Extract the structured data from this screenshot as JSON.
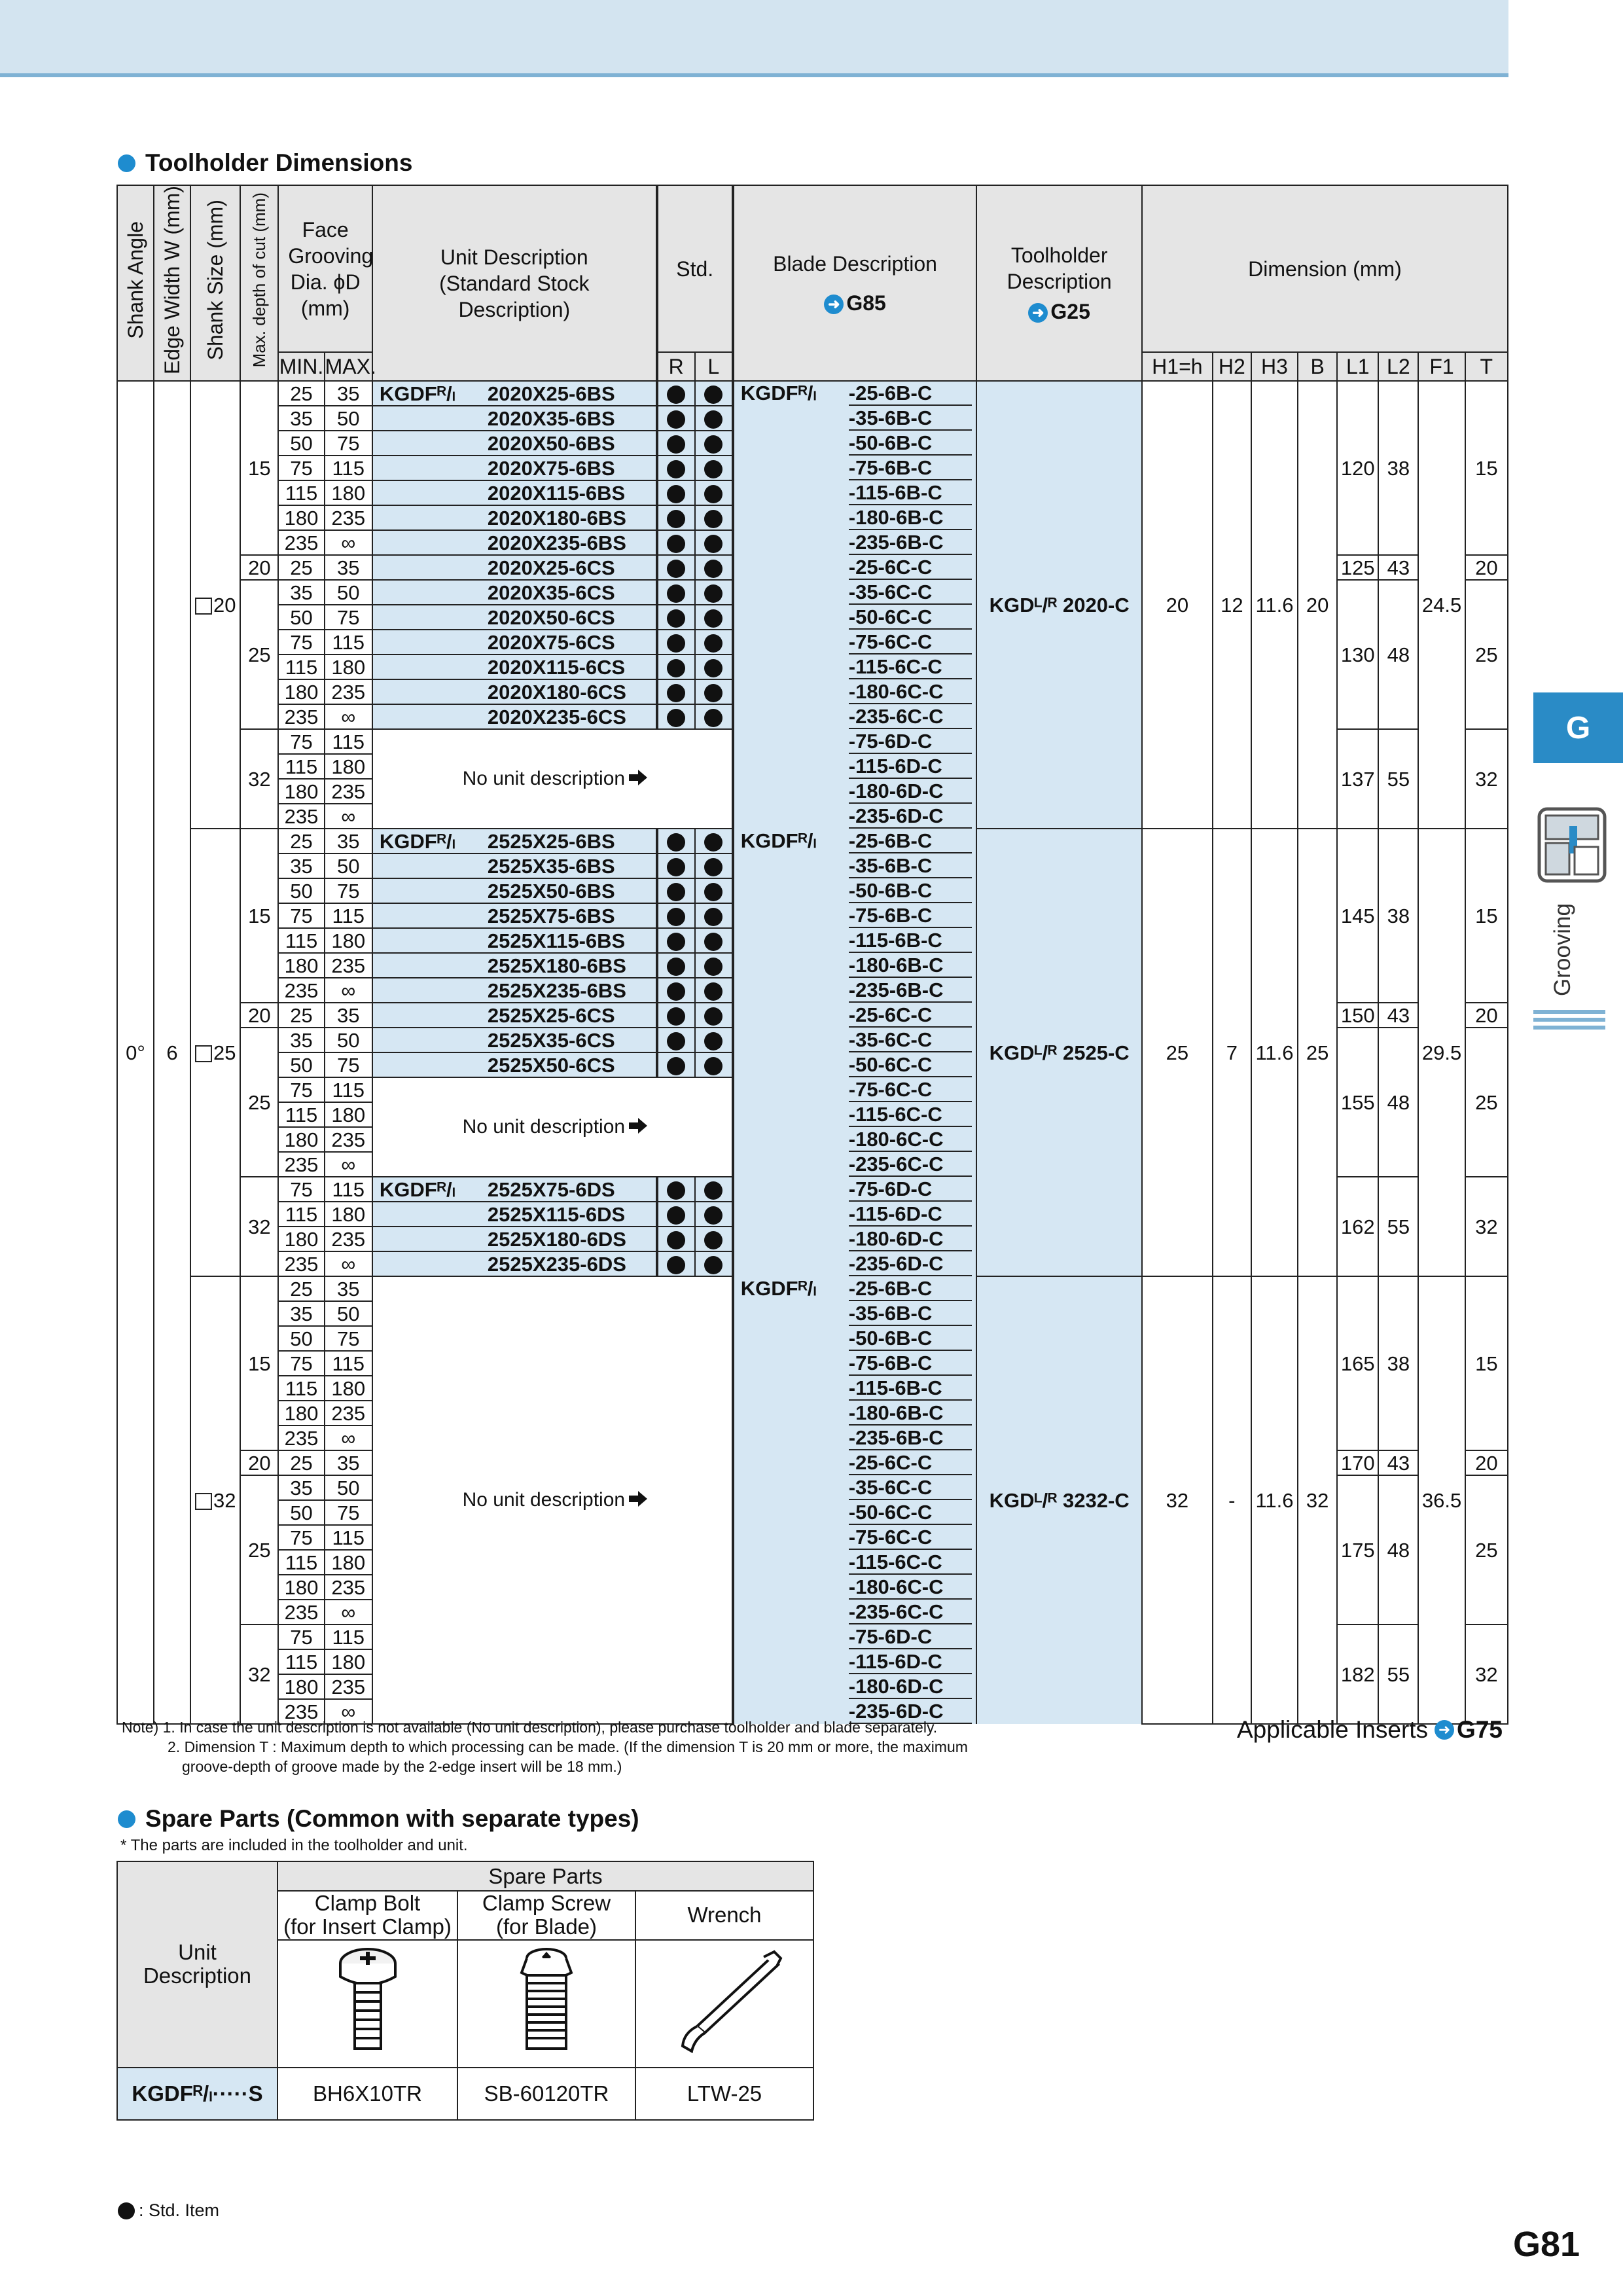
{
  "section1_title": "Toolholder Dimensions",
  "section2_title": "Spare Parts (Common with separate types)",
  "section2_subnote": "* The parts are included in the toolholder and unit.",
  "headers": {
    "shank_angle": "Shank Angle",
    "edge_width": "Edge Width W (mm)",
    "shank_size": "Shank Size (mm)",
    "max_depth": "Max. depth of cut (mm)",
    "face_grooving": "Face Grooving Dia. ϕD (mm)",
    "min": "MIN.",
    "max": "MAX.",
    "unit_desc": "Unit Description (Standard Stock Description)",
    "std": "Std.",
    "r": "R",
    "l": "L",
    "blade_desc": "Blade Description",
    "blade_ref": "G85",
    "toolholder_desc": "Toolholder Description",
    "toolholder_ref": "G25",
    "dimension": "Dimension (mm)",
    "dims": [
      "H1=h",
      "H2",
      "H3",
      "B",
      "L1",
      "L2",
      "F1",
      "T"
    ]
  },
  "shared": {
    "angle": "0°",
    "width": "6"
  },
  "pfx_unit": "KGDFᴿ/ₗ",
  "pfx_blade": "KGDFᴿ/ₗ",
  "no_unit_text": "No unit description",
  "ranges": [
    [
      "25",
      "35"
    ],
    [
      "35",
      "50"
    ],
    [
      "50",
      "75"
    ],
    [
      "75",
      "115"
    ],
    [
      "115",
      "180"
    ],
    [
      "180",
      "235"
    ],
    [
      "235",
      "∞"
    ]
  ],
  "groups": [
    {
      "shank": "20",
      "toolholder": "KGDᴸ/ᴿ 2020-C",
      "h1": "20",
      "h2": "12",
      "h3": "11.6",
      "b": "20",
      "f1": "24.5",
      "subs": [
        {
          "cut": "15",
          "l1": "120",
          "l2": "38",
          "t": "15",
          "type": "6B",
          "units": [
            "2020X25-6BS",
            "2020X35-6BS",
            "2020X50-6BS",
            "2020X75-6BS",
            "2020X115-6BS",
            "2020X180-6BS",
            "2020X235-6BS"
          ]
        },
        {
          "cut": "20",
          "l1": "125",
          "l2": "43",
          "t": "20",
          "type": "6C",
          "units": [
            "2020X25-6CS"
          ]
        },
        {
          "cut": "25",
          "l1": "130",
          "l2": "48",
          "t": "25",
          "type": "6C",
          "start": 1,
          "units": [
            "2020X35-6CS",
            "2020X50-6CS",
            "2020X75-6CS",
            "2020X115-6CS",
            "2020X180-6CS",
            "2020X235-6CS"
          ]
        },
        {
          "cut": "32",
          "l1": "137",
          "l2": "55",
          "t": "32",
          "type": "6D",
          "start": 3,
          "units": null
        }
      ]
    },
    {
      "shank": "25",
      "toolholder": "KGDᴸ/ᴿ 2525-C",
      "h1": "25",
      "h2": "7",
      "h3": "11.6",
      "b": "25",
      "f1": "29.5",
      "subs": [
        {
          "cut": "15",
          "l1": "145",
          "l2": "38",
          "t": "15",
          "type": "6B",
          "units": [
            "2525X25-6BS",
            "2525X35-6BS",
            "2525X50-6BS",
            "2525X75-6BS",
            "2525X115-6BS",
            "2525X180-6BS",
            "2525X235-6BS"
          ]
        },
        {
          "cut": "20",
          "l1": "150",
          "l2": "43",
          "t": "20",
          "type": "6C",
          "units": [
            "2525X25-6CS"
          ]
        },
        {
          "cut": "25",
          "l1": "155",
          "l2": "48",
          "t": "25",
          "type": "6C",
          "start": 1,
          "units": [
            "2525X35-6CS",
            "2525X50-6CS"
          ],
          "nounit_after": 2
        },
        {
          "cut": "32",
          "l1": "162",
          "l2": "55",
          "t": "32",
          "type": "6D",
          "start": 3,
          "units": [
            "2525X75-6DS",
            "2525X115-6DS",
            "2525X180-6DS",
            "2525X235-6DS"
          ]
        }
      ]
    },
    {
      "shank": "32",
      "toolholder": "KGDᴸ/ᴿ 3232-C",
      "h1": "32",
      "h2": "-",
      "h3": "11.6",
      "b": "32",
      "f1": "36.5",
      "subs": [
        {
          "cut": "15",
          "l1": "165",
          "l2": "38",
          "t": "15",
          "type": "6B",
          "units": null
        },
        {
          "cut": "20",
          "l1": "170",
          "l2": "43",
          "t": "20",
          "type": "6C",
          "units": null
        },
        {
          "cut": "25",
          "l1": "175",
          "l2": "48",
          "t": "25",
          "type": "6C",
          "start": 1,
          "units": null
        },
        {
          "cut": "32",
          "l1": "182",
          "l2": "55",
          "t": "32",
          "type": "6D",
          "start": 3,
          "units": null
        }
      ]
    }
  ],
  "notes": [
    "Note) 1. In case the unit description is not available (No unit description), please purchase toolholder and blade separately.",
    "2. Dimension T : Maximum depth to which processing can be made. (If the dimension T is 20 mm or more, the maximum",
    "groove-depth of groove made by the 2-edge insert will be 18 mm.)"
  ],
  "applicable_label": "Applicable Inserts",
  "applicable_ref": "G75",
  "spare": {
    "header": "Spare Parts",
    "unit_header": "Unit Description",
    "cols": [
      {
        "name": "Clamp Bolt",
        "sub": "(for Insert Clamp)",
        "part": "BH6X10TR"
      },
      {
        "name": "Clamp Screw",
        "sub": "(for Blade)",
        "part": "SB-60120TR"
      },
      {
        "name": "Wrench",
        "sub": "",
        "part": "LTW-25"
      }
    ],
    "unit_value": "KGDFᴿ/ₗ·····S"
  },
  "side_tab": "G",
  "side_label": "Grooving",
  "std_item": ": Std. Item",
  "page_number": "G81",
  "colors": {
    "accent": "#1e8ccf",
    "band": "#d3e4f0",
    "cell_blue": "#d6e7f3"
  }
}
